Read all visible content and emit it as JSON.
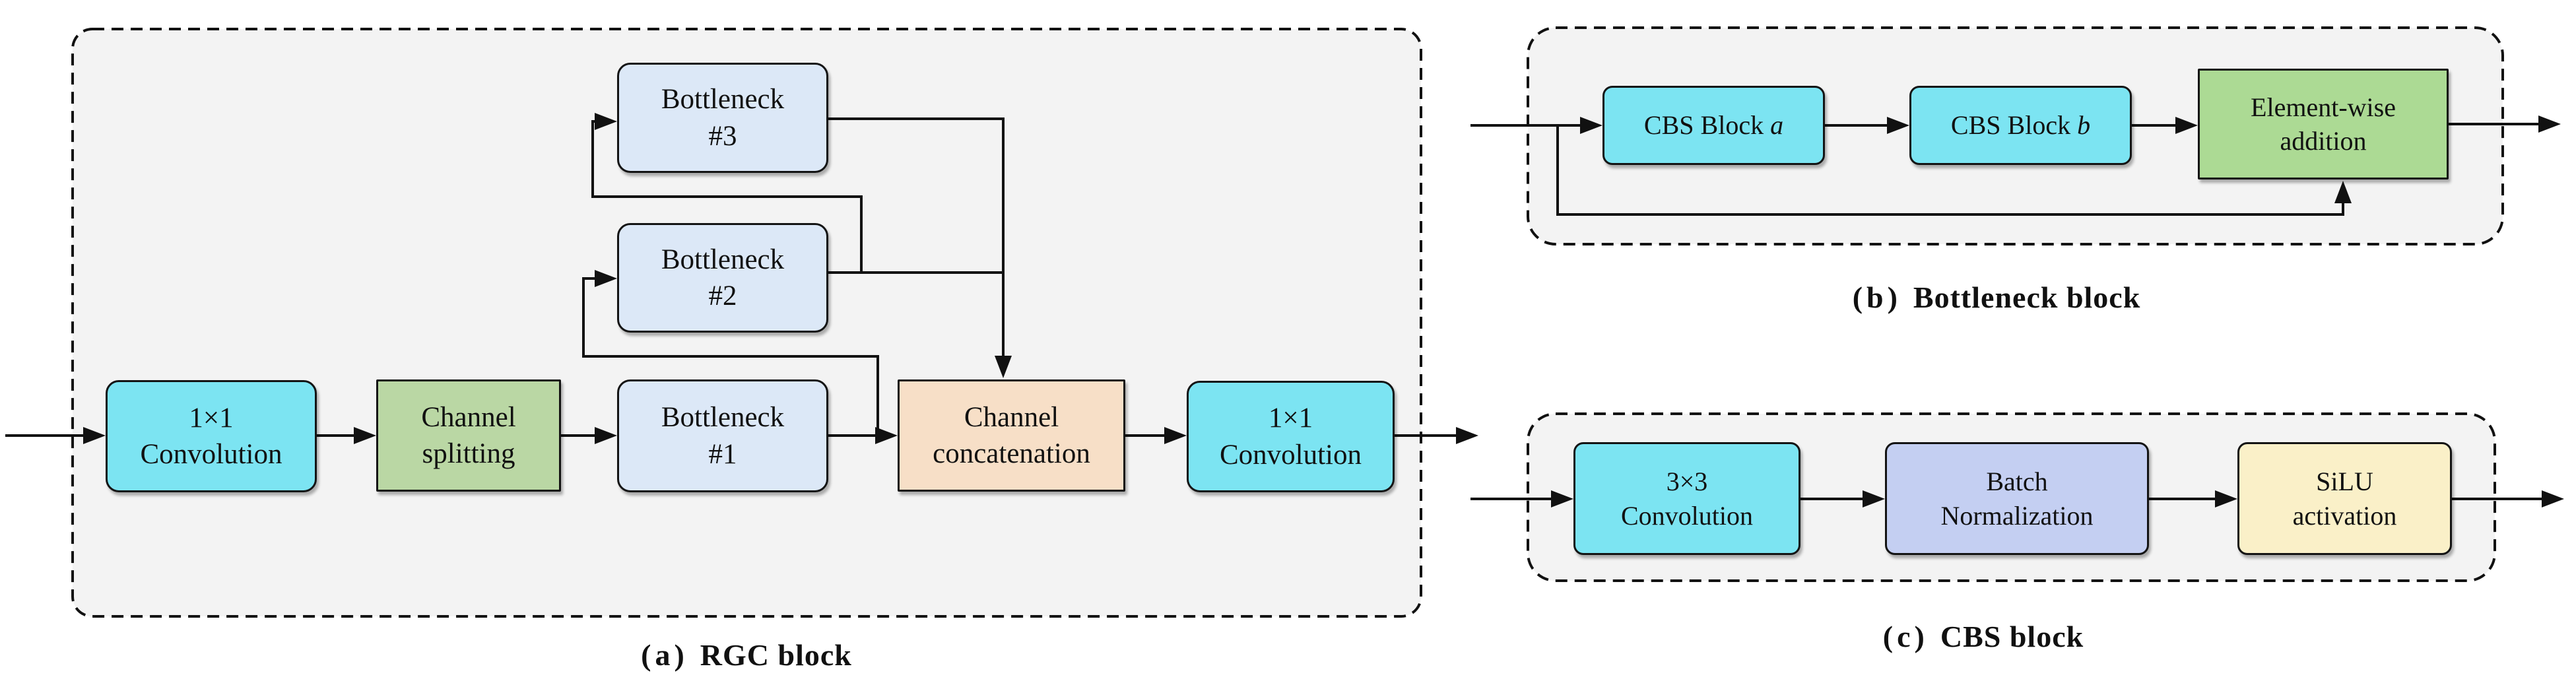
{
  "figure": {
    "type": "neural-network block diagram",
    "colors": {
      "panel_background": "#f3f3f3",
      "panel_border": "#111111",
      "connector": "#111111",
      "cyan_convolution": "#7ce4f2",
      "green_channel_splitting": "#bad7a4",
      "blue_bottleneck": "#dce8f7",
      "peach_concatenation": "#f7dfc7",
      "green_elementwise_addition": "#acda94",
      "lavender_batch_norm": "#c4cff2",
      "cream_silu": "#faf0c8"
    }
  },
  "panel_a": {
    "caption_prefix": "(a)",
    "caption_label": "RGC block",
    "boxes": {
      "conv_in": {
        "line1": "1×1",
        "line2": "Convolution"
      },
      "split": {
        "line1": "Channel",
        "line2": "splitting"
      },
      "bottleneck1": {
        "line1": "Bottleneck",
        "line2": "#1"
      },
      "bottleneck2": {
        "line1": "Bottleneck",
        "line2": "#2"
      },
      "bottleneck3": {
        "line1": "Bottleneck",
        "line2": "#3"
      },
      "concat": {
        "line1": "Channel",
        "line2": "concatenation"
      },
      "conv_out": {
        "line1": "1×1",
        "line2": "Convolution"
      }
    },
    "flow": [
      "input → 1×1 Convolution → Channel splitting → Bottleneck #1",
      "Bottleneck #1 → Channel concatenation",
      "Bottleneck #1 output → Bottleneck #2 input (elbow tap)",
      "Bottleneck #2 output → Bottleneck #3 input (elbow tap)",
      "Bottleneck #2 output and Bottleneck #3 output → merged drop line → Channel concatenation (top)",
      "Channel concatenation → 1×1 Convolution → output"
    ]
  },
  "panel_b": {
    "caption_prefix": "(b)",
    "caption_label": "Bottleneck block",
    "boxes": {
      "cbs_a": {
        "label": "CBS Block",
        "italic": "a"
      },
      "cbs_b": {
        "label": "CBS Block",
        "italic": "b"
      },
      "add": {
        "line1": "Element-wise",
        "line2": "addition"
      }
    },
    "flow": [
      "input → CBS Block a → CBS Block b → Element-wise addition → output",
      "input skip connection → Element-wise addition (bottom)"
    ]
  },
  "panel_c": {
    "caption_prefix": "(c)",
    "caption_label": "CBS block",
    "boxes": {
      "conv": {
        "line1": "3×3",
        "line2": "Convolution"
      },
      "bn": {
        "line1": "Batch",
        "line2": "Normalization"
      },
      "silu": {
        "line1": "SiLU",
        "line2": "activation"
      }
    },
    "flow": [
      "input → 3×3 Convolution → Batch Normalization → SiLU activation → output"
    ]
  }
}
